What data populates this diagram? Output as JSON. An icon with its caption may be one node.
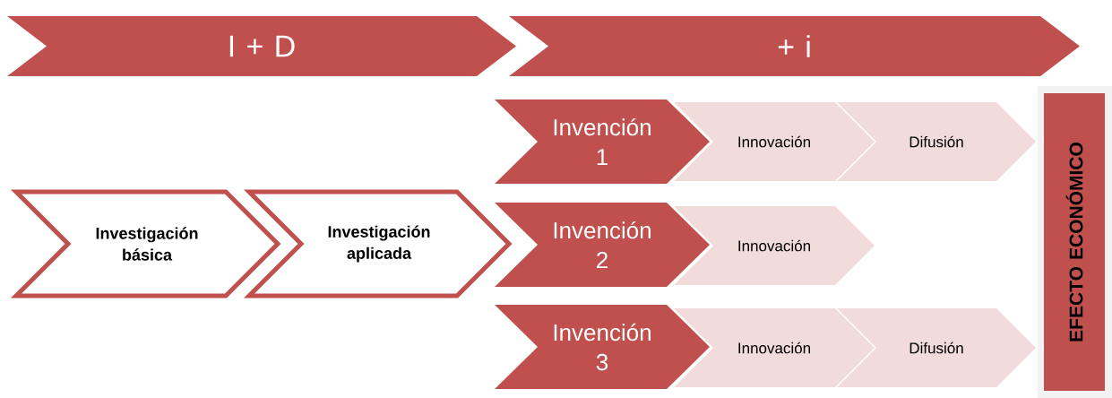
{
  "diagram": {
    "nodes": [
      {
        "text": [
          "I + D"
        ]
      },
      {
        "text": [
          "+ i"
        ]
      },
      {
        "text": [
          "Invención 1"
        ]
      },
      {
        "text": [
          "Innovación"
        ]
      },
      {
        "text": [
          "Difusión"
        ]
      },
      {
        "text": [
          "Investigación básica"
        ]
      },
      {
        "text": [
          "Investigación aplicada"
        ]
      },
      {
        "text": [
          "Invención 2"
        ]
      },
      {
        "text": [
          "Innovación"
        ]
      },
      {
        "text": [
          "Invención 3"
        ]
      },
      {
        "text": [
          "Innovación"
        ]
      },
      {
        "text": [
          "Difusión"
        ]
      },
      {
        "text": [
          "EFECTO ECONÓMICO"
        ]
      }
    ]
  }
}
